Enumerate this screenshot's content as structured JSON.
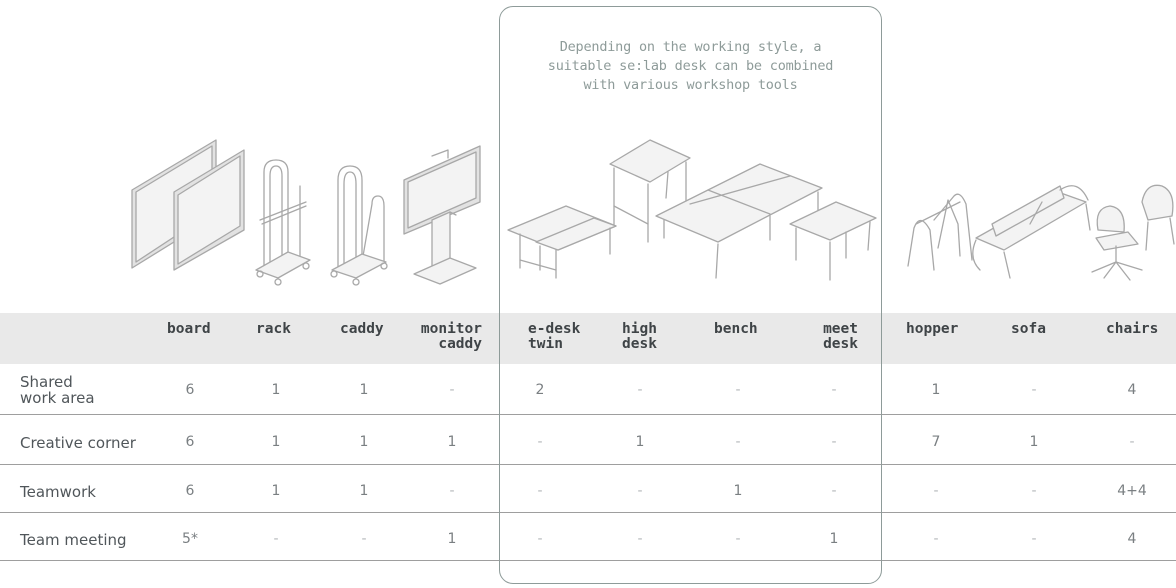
{
  "caption": {
    "line1": "Depending on the working style, a",
    "line2": "suitable se:lab desk can be combined",
    "line3": "with various workshop tools"
  },
  "columns": [
    {
      "line1": "board",
      "line2": ""
    },
    {
      "line1": "rack",
      "line2": ""
    },
    {
      "line1": "caddy",
      "line2": ""
    },
    {
      "line1": "monitor",
      "line2": "caddy"
    },
    {
      "line1": "e-desk",
      "line2": "twin"
    },
    {
      "line1": "high",
      "line2": "desk"
    },
    {
      "line1": "bench",
      "line2": ""
    },
    {
      "line1": "meet",
      "line2": "desk"
    },
    {
      "line1": "hopper",
      "line2": ""
    },
    {
      "line1": "sofa",
      "line2": ""
    },
    {
      "line1": "chairs",
      "line2": ""
    }
  ],
  "rows": [
    {
      "label_line1": "Shared",
      "label_line2": "work area",
      "values": [
        "6",
        "1",
        "1",
        "-",
        "2",
        "-",
        "-",
        "-",
        "1",
        "-",
        "4"
      ]
    },
    {
      "label_line1": "Creative corner",
      "label_line2": "",
      "values": [
        "6",
        "1",
        "1",
        "1",
        "-",
        "1",
        "-",
        "-",
        "7",
        "1",
        "-"
      ]
    },
    {
      "label_line1": "Teamwork",
      "label_line2": "",
      "values": [
        "6",
        "1",
        "1",
        "-",
        "-",
        "-",
        "1",
        "-",
        "-",
        "-",
        "4+4"
      ]
    },
    {
      "label_line1": "Team meeting",
      "label_line2": "",
      "values": [
        "5*",
        "-",
        "-",
        "1",
        "-",
        "-",
        "-",
        "1",
        "-",
        "-",
        "4"
      ]
    }
  ],
  "colors": {
    "header_band": "#e9e9e9",
    "highlight_border": "#8e9b99",
    "caption_text": "#8e9b99"
  },
  "icons": [
    "board-illustration",
    "rack-illustration",
    "caddy-illustration",
    "monitor-caddy-illustration",
    "e-desk-twin-illustration",
    "high-desk-illustration",
    "bench-illustration",
    "meet-desk-illustration",
    "hopper-illustration",
    "sofa-illustration",
    "chairs-illustration"
  ]
}
